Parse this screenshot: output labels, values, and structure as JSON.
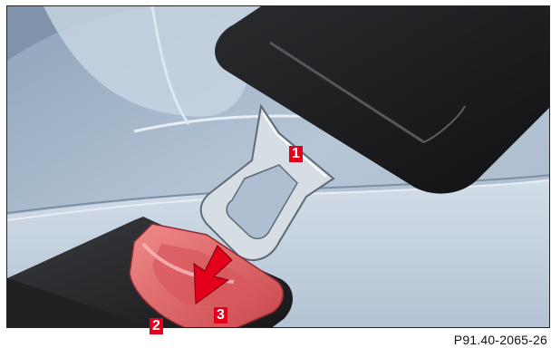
{
  "figure": {
    "code": "P91.40-2065-26",
    "callouts": [
      "1",
      "2",
      "3"
    ]
  },
  "colors": {
    "background": "#aebfd1",
    "seat_cushion": "#c4d1df",
    "belt_strap": "#1a1a1c",
    "tongue_metal": "#d6dde3",
    "buckle_body": "#26272a",
    "release_button": "#e1686a",
    "arrow": "#e3001b",
    "callout": "#e3001b"
  }
}
